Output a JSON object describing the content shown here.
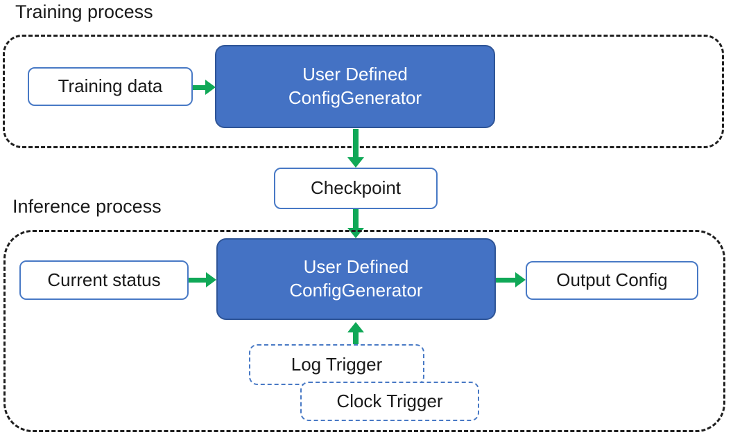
{
  "colors": {
    "box_blue": "#4472C4",
    "box_blue_border": "#2F5597",
    "light_box_border": "#4879C5",
    "arrow_green": "#10A857",
    "container_border": "#1f1f1f",
    "text_dark": "#1a1a1a",
    "text_light": "#ffffff"
  },
  "training": {
    "label": "Training process",
    "input_box": "Training data",
    "generator_line1": "User Defined",
    "generator_line2": "ConfigGenerator"
  },
  "checkpoint": {
    "label": "Checkpoint"
  },
  "inference": {
    "label": "Inference process",
    "input_box": "Current status",
    "generator_line1": "User Defined",
    "generator_line2": "ConfigGenerator",
    "output_box": "Output Config",
    "log_trigger": "Log Trigger",
    "clock_trigger": "Clock Trigger"
  }
}
